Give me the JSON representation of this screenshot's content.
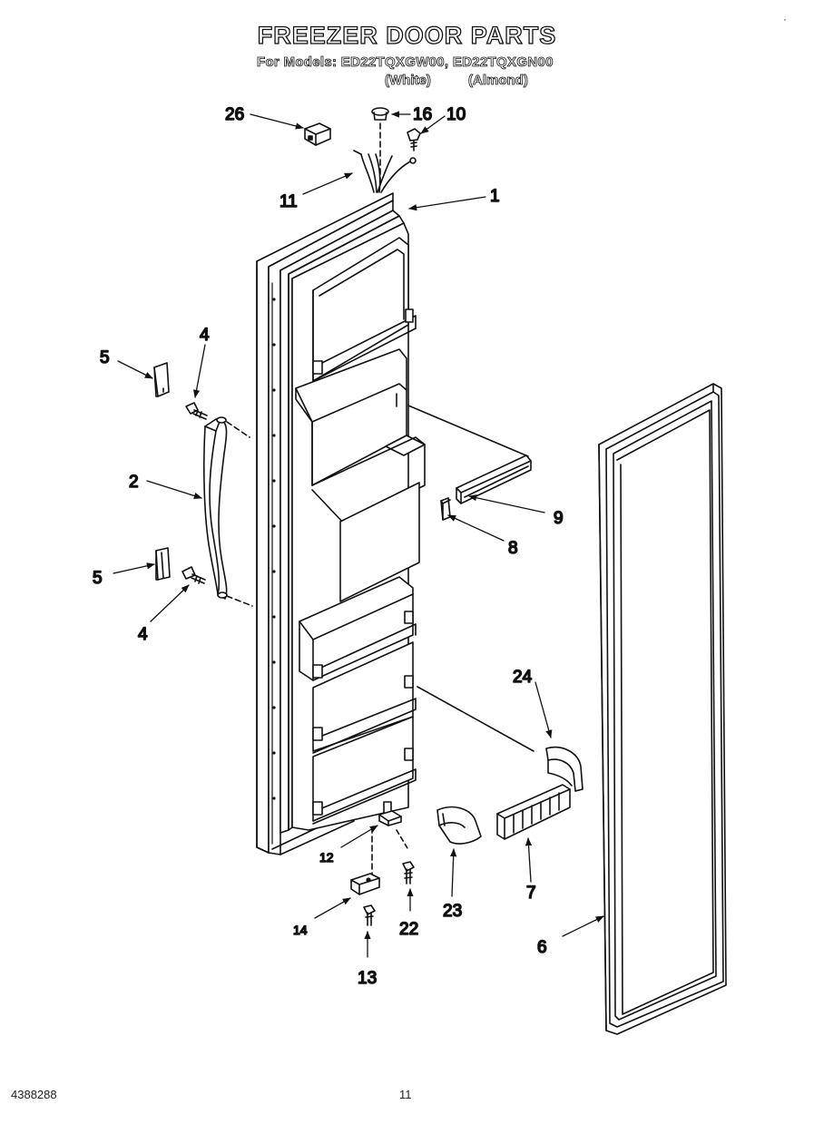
{
  "page": {
    "title": "FREEZER DOOR PARTS",
    "models_line": "For Models: ED22TQXGW00, ED22TQXGN00",
    "variant_white": "(White)",
    "variant_almond": "(Almond)",
    "footer_left": "4388288",
    "footer_page": "11",
    "corner_mark": "·"
  },
  "callouts": {
    "c1": "1",
    "c2": "2",
    "c4a": "4",
    "c4b": "4",
    "c5a": "5",
    "c5b": "5",
    "c6": "6",
    "c7": "7",
    "c8": "8",
    "c9": "9",
    "c10": "10",
    "c11": "11",
    "c12": "12",
    "c13": "13",
    "c14": "14",
    "c16": "16",
    "c22": "22",
    "c23": "23",
    "c24": "24",
    "c26": "26"
  }
}
